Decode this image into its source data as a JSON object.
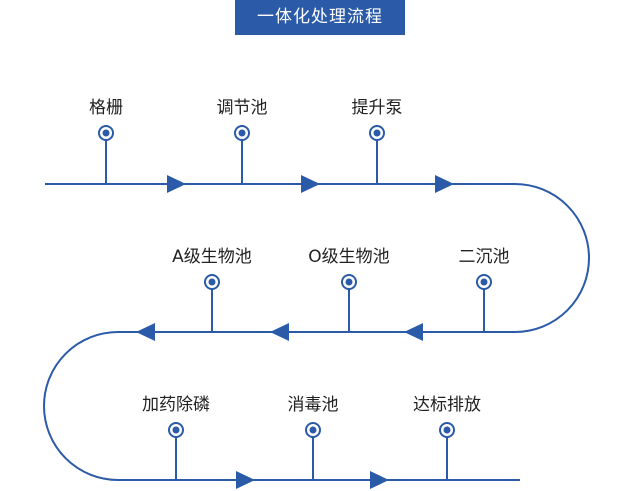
{
  "title": "一体化处理流程",
  "colors": {
    "line": "#2b5ba8",
    "title_bg": "#2b5ba8",
    "text": "#222222"
  },
  "steps": [
    {
      "label": "格栅"
    },
    {
      "label": "调节池"
    },
    {
      "label": "提升泵"
    },
    {
      "label": "二沉池"
    },
    {
      "label": "O级生物池"
    },
    {
      "label": "A级生物池"
    },
    {
      "label": "加药除磷"
    },
    {
      "label": "消毒池"
    },
    {
      "label": "达标排放"
    }
  ]
}
